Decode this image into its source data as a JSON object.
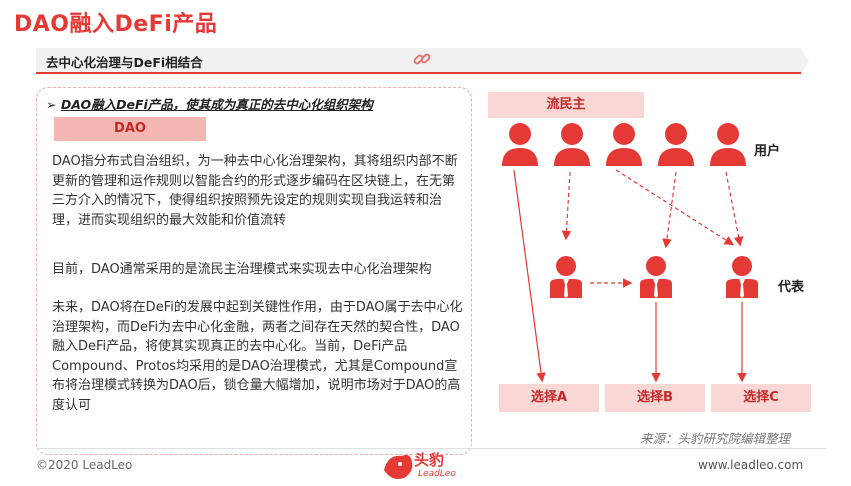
{
  "title": "DAO融入DeFi产品",
  "subtitle": "去中心化治理与DeFi相结合",
  "bullet": "DAO融入DeFi产品，使其成为真正的去中心化组织架构",
  "dao_tag": "DAO",
  "paragraphs": [
    "DAO指分布式自治组织，为一种去中心化治理架构，其将组织内部不断更新的管理和运作规则以智能合约的形式逐步编码在区块链上，在无第三方介入的情况下，使得组织按照预先设定的规则实现自我运转和治理，进而实现组织的最大效能和价值流转",
    "目前，DAO通常采用的是流民主治理模式来实现去中心化治理架构",
    "未来，DAO将在DeFi的发展中起到关键性作用，由于DAO属于去中心化治理架构，而DeFi为去中心化金融，两者之间存在天然的契合性，DAO融入DeFi产品，将使其实现真正的去中心化。当前，DeFi产品Compound、Protos均采用的是DAO治理模式，尤其是Compound宣布将治理模式转换为DAO后，锁仓量大幅增加，说明市场对于DAO的高度认可"
  ],
  "diagram": {
    "header": "流民主",
    "users_label": "用户",
    "reps_label": "代表",
    "choices": [
      "选择A",
      "选择B",
      "选择C"
    ],
    "accent": "#e53935"
  },
  "source": "来源：头豹研究院编辑整理",
  "footer": {
    "copyright": "©2020 LeadLeo",
    "website": "www.leadleo.com",
    "logo_text": "头豹",
    "logo_sub": "LeadLeo"
  }
}
